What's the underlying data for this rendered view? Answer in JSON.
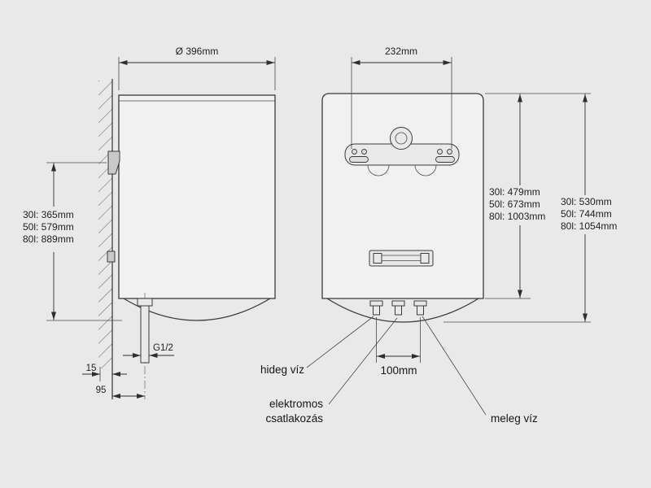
{
  "drawing": {
    "side_view": {
      "diameter_dim": "Ø 396mm",
      "height_dims": [
        "30l: 365mm",
        "50l: 579mm",
        "80l: 889mm"
      ],
      "thread_dim": "G1/2",
      "wall_gap_dim": "15",
      "pipe_offset_dim": "95"
    },
    "front_view": {
      "width_dim": "232mm",
      "body_height_dims": [
        "30l: 479mm",
        "50l: 673mm",
        "80l: 1003mm"
      ],
      "total_height_dims": [
        "30l: 530mm",
        "50l: 744mm",
        "80l: 1054mm"
      ],
      "pipe_spacing_dim": "100mm",
      "callouts": {
        "cold_water": "hideg víz",
        "electrical_1": "elektromos",
        "electrical_2": "csatlakozás",
        "hot_water": "meleg víz"
      }
    }
  }
}
